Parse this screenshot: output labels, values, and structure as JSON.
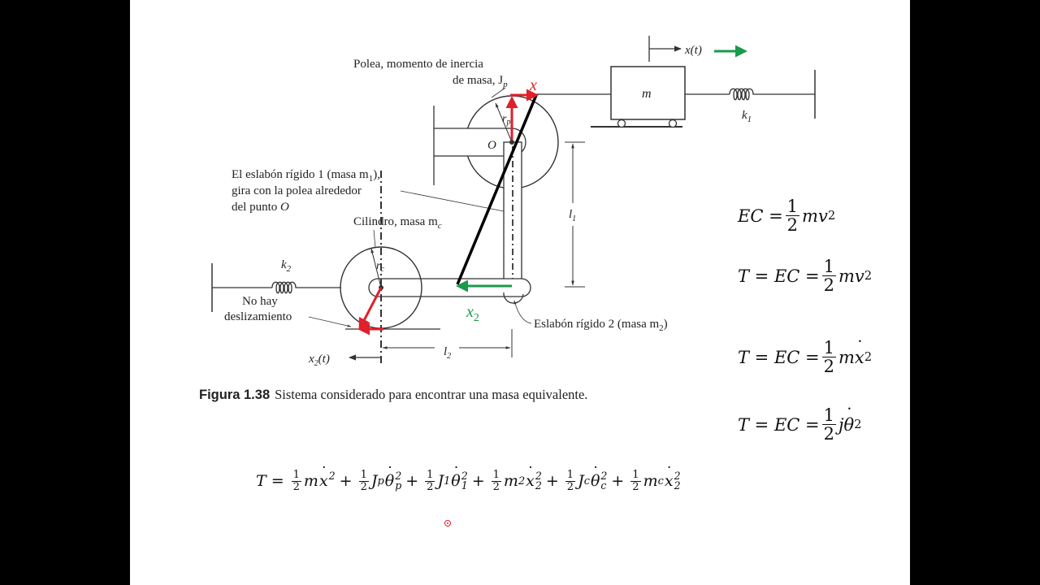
{
  "figure": {
    "label_pulley_line1": "Polea, momento de inercia",
    "label_pulley_line2": "de masa, J",
    "label_pulley_sub": "p",
    "label_link1_line1": "El eslabón rígido 1 (masa m",
    "label_link1_sub": "1",
    "label_link1_line1_end": "),",
    "label_link1_line2": "gira con la polea alrededor",
    "label_link1_line3": "del punto ",
    "label_point_O": "O",
    "label_cylinder": "Cilindro, masa m",
    "label_cylinder_sub": "c",
    "label_no_slip_line1": "No hay",
    "label_no_slip_line2": "deslizamiento",
    "label_link2": "Eslabón rígido 2 (masa m",
    "label_link2_sub": "2",
    "label_link2_end": ")",
    "label_mass": "m",
    "label_k1": "k",
    "label_k1_sub": "1",
    "label_k2": "k",
    "label_k2_sub": "2",
    "label_xt": "x(t)",
    "label_x2t": "x",
    "label_x2t_sub": "2",
    "label_x2t_end": "(t)",
    "label_l1": "l",
    "label_l1_sub": "1",
    "label_l2": "l",
    "label_l2_sub": "2",
    "label_rp": "r",
    "label_rp_sub": "p",
    "label_rc": "r",
    "label_rc_sub": "c",
    "annotation_x": "x",
    "annotation_x2": "x",
    "annotation_x2_sub": "2"
  },
  "caption": {
    "number": "Figura 1.38",
    "text": "Sistema considerado para encontrar una masa equivalente."
  },
  "equations": {
    "eq1_lhs": "EC =",
    "eq2_lhs": "T = EC =",
    "eq3_lhs": "T = EC =",
    "eq4_lhs": "T = EC =",
    "half_num": "1",
    "half_den": "2",
    "eq1_rhs": "mv",
    "eq2_rhs": "mv",
    "eq3_rhs": "mx",
    "eq4_rhs": "jθ",
    "square": "2"
  },
  "total_energy": {
    "lhs": "T =",
    "terms": [
      {
        "sym": "m",
        "sub": "",
        "var": "x",
        "vsub": ""
      },
      {
        "sym": "J",
        "sub": "p",
        "var": "θ",
        "vsub": "p"
      },
      {
        "sym": "J",
        "sub": "1",
        "var": "θ",
        "vsub": "1"
      },
      {
        "sym": "m",
        "sub": "2",
        "var": "x",
        "vsub": "2"
      },
      {
        "sym": "J",
        "sub": "c",
        "var": "θ",
        "vsub": "c"
      },
      {
        "sym": "m",
        "sub": "c",
        "var": "x",
        "vsub": "2"
      }
    ],
    "plus": "+"
  },
  "colors": {
    "red_arrow": "#e0202a",
    "green_arrow": "#1a9a4a",
    "black_line": "#000000"
  }
}
